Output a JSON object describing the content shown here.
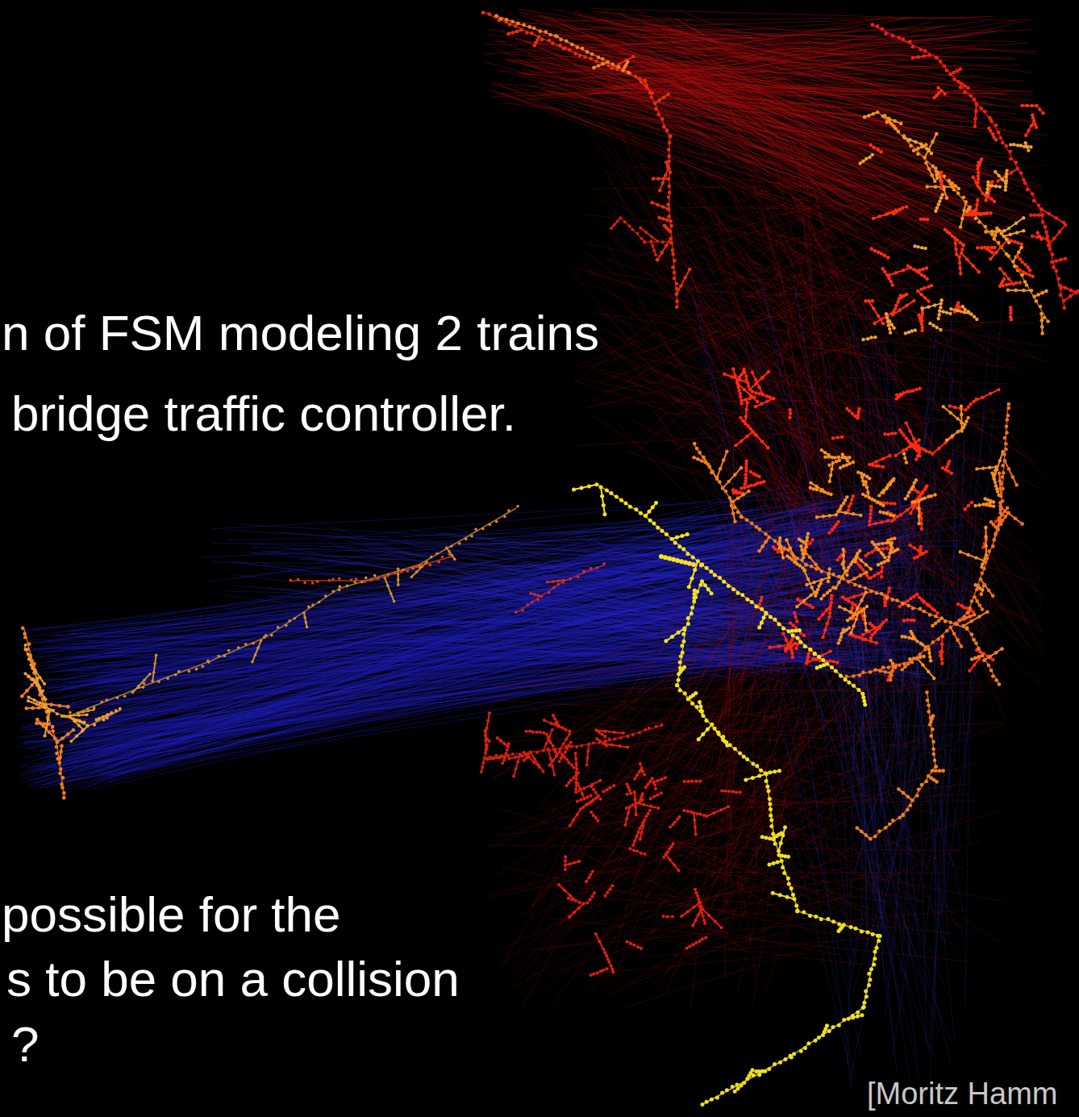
{
  "diagram": {
    "labels": [
      "n of FSM modeling 2 trains",
      "bridge traffic controller.",
      "possible for the",
      "s to be on a collision",
      "?",
      "[Moritz Hamm"
    ]
  }
}
